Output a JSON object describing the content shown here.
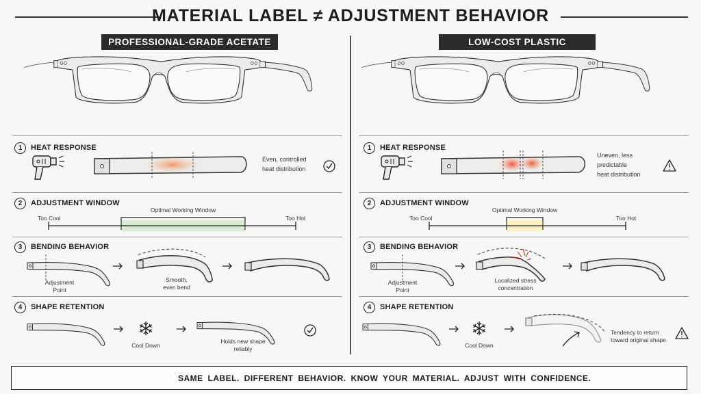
{
  "title": "MATERIAL LABEL ≠ ADJUSTMENT BEHAVIOR",
  "left": {
    "badge": "PROFESSIONAL-GRADE ACETATE",
    "sections": [
      {
        "num": "1",
        "title": "HEAT RESPONSE",
        "desc": "Even, controlled\nheat distribution"
      },
      {
        "num": "2",
        "title": "ADJUSTMENT WINDOW",
        "too_cool": "Too Cool",
        "too_hot": "Too Hot",
        "window": "Optimal Working Window"
      },
      {
        "num": "3",
        "title": "BENDING BEHAVIOR",
        "point": "Adjustment\nPoint",
        "result": "Smooth,\neven bend"
      },
      {
        "num": "4",
        "title": "SHAPE RETENTION",
        "cool": "Cool Down",
        "result": "Holds new shape\nreliably"
      }
    ]
  },
  "right": {
    "badge": "LOW-COST PLASTIC",
    "sections": [
      {
        "num": "1",
        "title": "HEAT RESPONSE",
        "desc": "Uneven, less\npredictable\nheat distribution"
      },
      {
        "num": "2",
        "title": "ADJUSTMENT WINDOW",
        "too_cool": "Too Cool",
        "too_hot": "Too Hot",
        "window": "Optimal Working Window"
      },
      {
        "num": "3",
        "title": "BENDING BEHAVIOR",
        "point": "Adjustment\nPoint",
        "result": "Localized stress\nconcentration"
      },
      {
        "num": "4",
        "title": "SHAPE RETENTION",
        "cool": "Cool Down",
        "result": "Tendency to return\ntoward original shape"
      }
    ]
  },
  "footer": "SAME LABEL. DIFFERENT BEHAVIOR. KNOW YOUR MATERIAL. ADJUST WITH CONFIDENCE.",
  "colors": {
    "ink": "#222222",
    "badge_bg": "#2b2b2b",
    "warm": "#f08a55",
    "hot": "#e8553b",
    "window_green": "#d9ecd3",
    "window_yellow": "#fbf1c4",
    "stress": "#e02020"
  },
  "icons": [
    "heat-gun-icon",
    "check-circle-icon",
    "warning-icon",
    "snowflake-icon",
    "scale-icon",
    "arrow-right-icon"
  ]
}
